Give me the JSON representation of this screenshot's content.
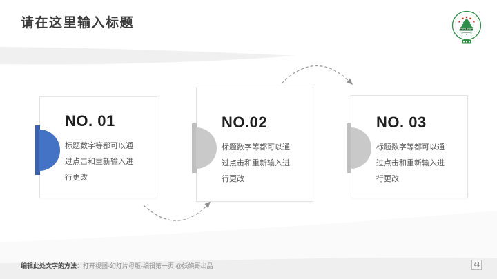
{
  "slide_title": "请在这里输入标题",
  "cards": [
    {
      "number": "NO. 01",
      "body_lines": [
        "标题数字等都可以通",
        "过点击和重新输入进",
        "行更改"
      ],
      "accent": "#4472C4",
      "accent_dark": "#3A62AE"
    },
    {
      "number": "NO.02",
      "body_lines": [
        "标题数字等都可以通",
        "过点击和重新输入进",
        "行更改"
      ],
      "accent": "#C9C9C9",
      "accent_dark": "#BFBFBF"
    },
    {
      "number": "NO. 03",
      "body_lines": [
        "标题数字等都可以通",
        "过点击和重新输入进",
        "行更改"
      ],
      "accent": "#C9C9C9",
      "accent_dark": "#BFBFBF"
    }
  ],
  "footer": {
    "method_label": "编辑此处文字的方法",
    "instructions": "：打开视图-幻灯片母版-编辑第一页 @妖娆哥出品"
  },
  "page_number": "44",
  "colors": {
    "accent_blue": "#4472C4",
    "accent_blue_dark": "#3A62AE",
    "accent_gray": "#C9C9C9",
    "accent_gray_dark": "#BFBFBF",
    "arrow_dash": "#9A9A9A",
    "top_swoosh": "#F0F0F0",
    "bottom_band": "#EFEFEF",
    "logo_green": "#2E8F49",
    "logo_red": "#C0392B",
    "title_text": "#3C3C3C",
    "body_text": "#595959"
  }
}
